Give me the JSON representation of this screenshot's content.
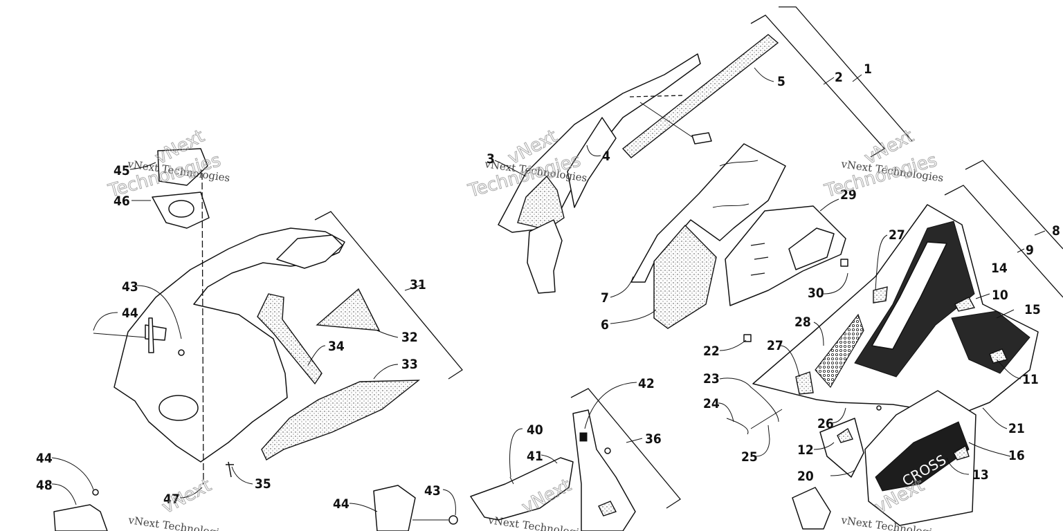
{
  "diagram": {
    "callouts": [
      "1",
      "2",
      "3",
      "4",
      "5",
      "6",
      "7",
      "8",
      "9",
      "10",
      "11",
      "12",
      "13",
      "14",
      "15",
      "16",
      "20",
      "21",
      "22",
      "23",
      "24",
      "25",
      "26",
      "27",
      "27",
      "28",
      "29",
      "30",
      "31",
      "32",
      "33",
      "34",
      "35",
      "36",
      "40",
      "41",
      "42",
      "43",
      "43",
      "44",
      "44",
      "44",
      "45",
      "46",
      "47",
      "48"
    ],
    "watermark_line1": "vNext Technologies",
    "watermark_line2": "vNext",
    "watermark_line3": "Technologies",
    "decal_text": "CROSS"
  }
}
